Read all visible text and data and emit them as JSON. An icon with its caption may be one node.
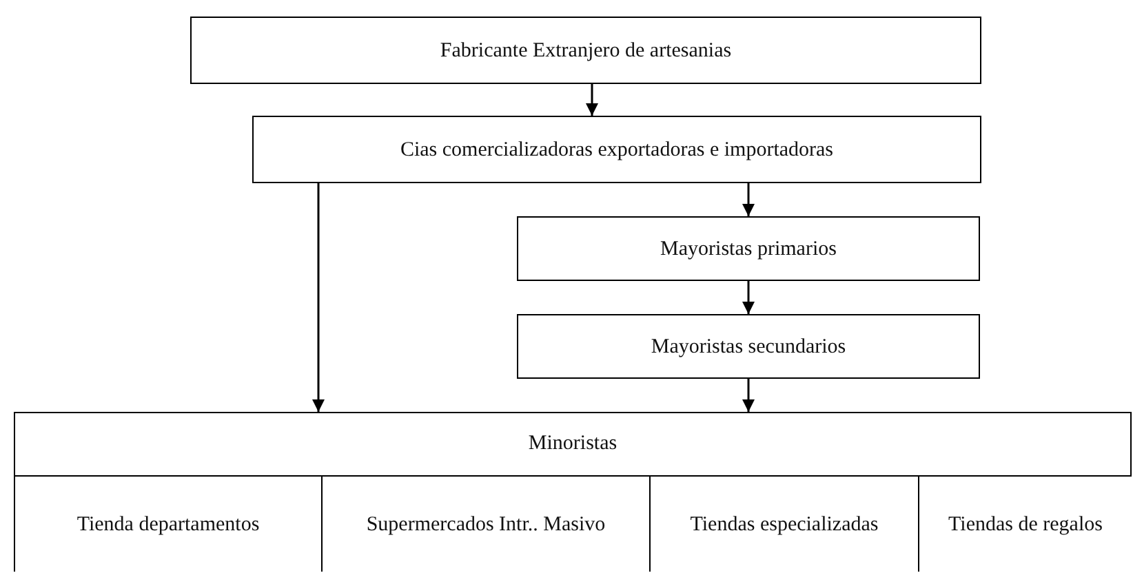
{
  "diagram": {
    "nodes": [
      {
        "text": [
          "Fabricante Extranjero de artesanias"
        ]
      },
      {
        "text": [
          "Cias comercializadoras exportadoras e importadoras"
        ]
      },
      {
        "text": [
          "Mayoristas primarios"
        ]
      },
      {
        "text": [
          "Mayoristas secundarios"
        ]
      },
      {
        "text": [
          "Minoristas"
        ]
      },
      {
        "text": [
          "Tienda departamentos"
        ],
        "in": 4
      },
      {
        "text": [
          "Supermercados Intr.. Masivo"
        ],
        "in": 4
      },
      {
        "text": [
          "Tiendas especializadas"
        ],
        "in": 4
      },
      {
        "text": [
          "Tiendas de regalos"
        ],
        "in": 4
      }
    ],
    "edges": [
      {
        "from": 0,
        "to": 1,
        "arrow": "to"
      },
      {
        "from": 1,
        "to": 2,
        "arrow": "to"
      },
      {
        "from": 2,
        "to": 3,
        "arrow": "to"
      },
      {
        "from": 3,
        "to": 4,
        "arrow": "to"
      },
      {
        "from": 1,
        "to": 4,
        "arrow": "to"
      }
    ]
  }
}
